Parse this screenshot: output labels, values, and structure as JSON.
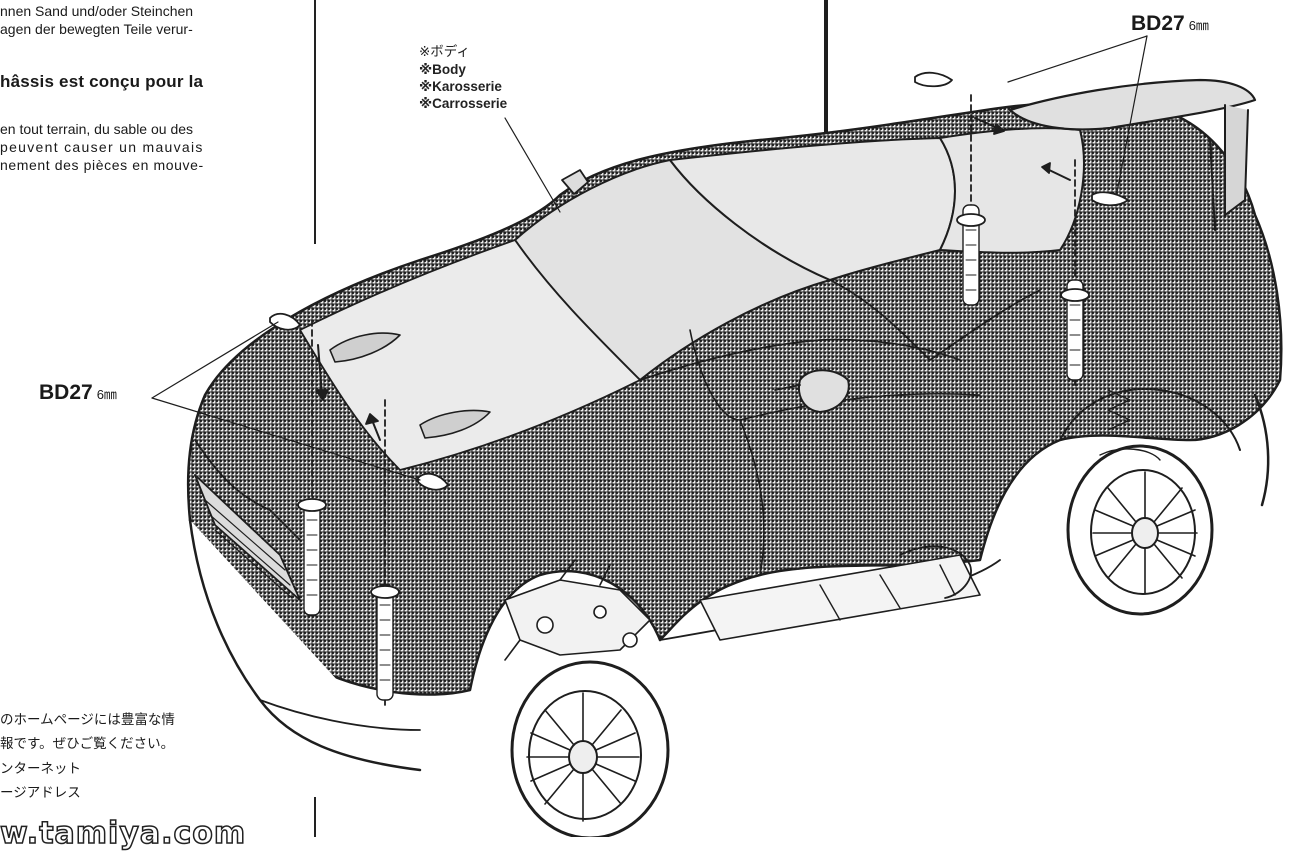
{
  "left_column": {
    "german_lines": [
      "nnen Sand und/oder Steinchen",
      "agen der bewegten Teile verur-"
    ],
    "french_heading_lines": [
      "hâssis est conçu pour la"
    ],
    "french_lines": [
      "en tout terrain, du sable ou des",
      "peuvent causer un mauvais",
      "nement des pièces en mouve-"
    ],
    "japanese_lines": [
      "のホームページには豊富な情",
      "報です。ぜひご覧ください。",
      "ンターネット",
      "ージアドレス"
    ],
    "url_fragment": "w.tamiya.com"
  },
  "body_note": {
    "jp": "※ボディ",
    "en": "※Body",
    "de": "※Karosserie",
    "fr": "※Carrosserie"
  },
  "callouts": {
    "top_right": {
      "part": "BD27",
      "size": "6㎜"
    },
    "left": {
      "part": "BD27",
      "size": "6㎜"
    }
  }
}
